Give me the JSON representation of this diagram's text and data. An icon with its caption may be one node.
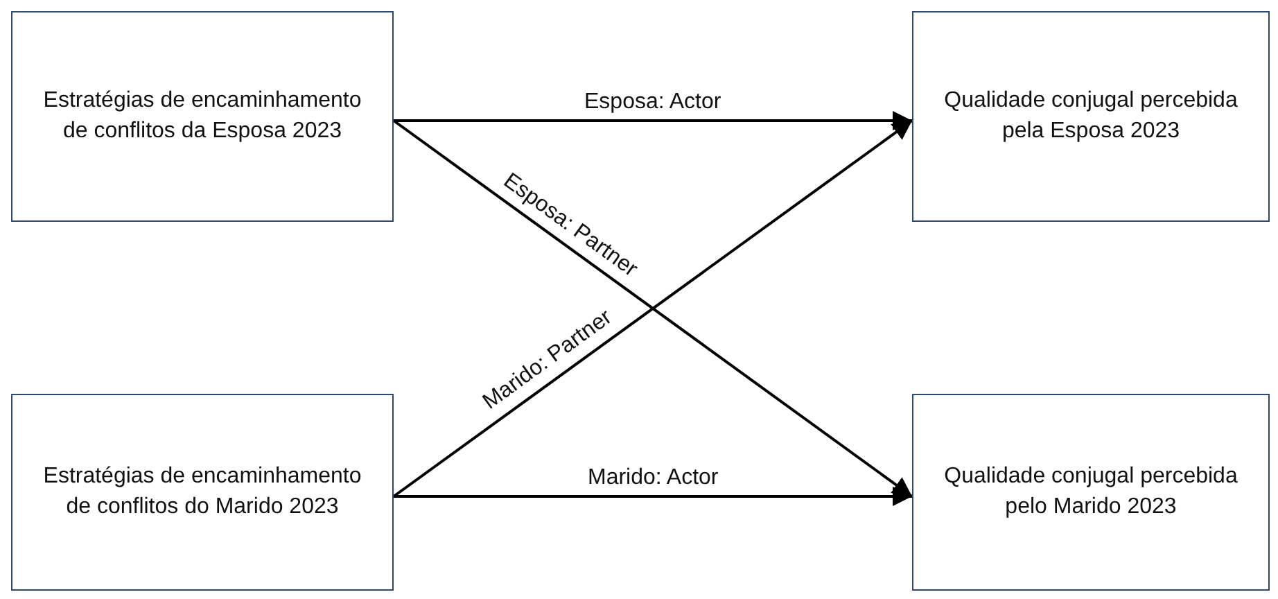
{
  "diagram": {
    "nodes": [
      {
        "text": [
          "Estratégias de encaminhamento de conflitos da Esposa 2023"
        ]
      },
      {
        "text": [
          "Qualidade conjugal percebida pela Esposa 2023"
        ]
      },
      {
        "text": [
          "Estratégias de encaminhamento de conflitos do Marido 2023"
        ]
      },
      {
        "text": [
          "Qualidade conjugal percebida pelo Marido 2023"
        ]
      }
    ],
    "edges": [
      {
        "from": 0,
        "to": 1,
        "arrow": "to",
        "label": "Esposa: Actor"
      },
      {
        "from": 0,
        "to": 3,
        "arrow": "to",
        "label": "Esposa: Partner"
      },
      {
        "from": 2,
        "to": 1,
        "arrow": "to",
        "label": "Marido: Partner"
      },
      {
        "from": 2,
        "to": 3,
        "arrow": "to",
        "label": "Marido: Actor"
      }
    ]
  }
}
